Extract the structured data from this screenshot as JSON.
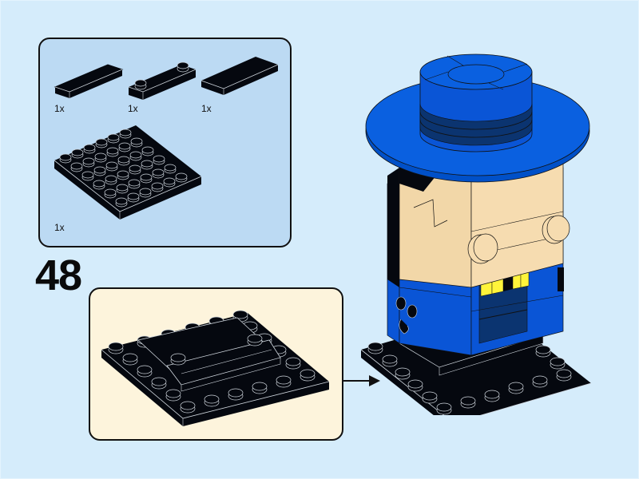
{
  "page": {
    "background_color": "#d5ecfb"
  },
  "parts_list": {
    "background_color": "#bcdaf3",
    "items": [
      {
        "name": "tile-1x4-black",
        "quantity": "1x",
        "color": "#05080f"
      },
      {
        "name": "plate-1x4-two-studs-black",
        "quantity": "1x",
        "color": "#05080f"
      },
      {
        "name": "tile-2x4-black",
        "quantity": "1x",
        "color": "#05080f"
      },
      {
        "name": "plate-6x6-black",
        "quantity": "1x",
        "color": "#05080f"
      }
    ]
  },
  "step": {
    "number": "48"
  },
  "callout": {
    "background_color": "#fdf4dc",
    "description": "Sub-assembly: 6x6 black plate with tiles and plate attached"
  },
  "model": {
    "description": "Brickheadz figure with blue wide-brim hat, tan face, blue coat with yellow buttons, on black base",
    "colors": {
      "hat": "#0050c8",
      "hat_dark": "#0a3a7a",
      "face": "#f6dcb0",
      "coat": "#0a55d6",
      "coat_dark": "#0b3470",
      "buttons": "#fff43a",
      "base": "#05080f"
    }
  }
}
